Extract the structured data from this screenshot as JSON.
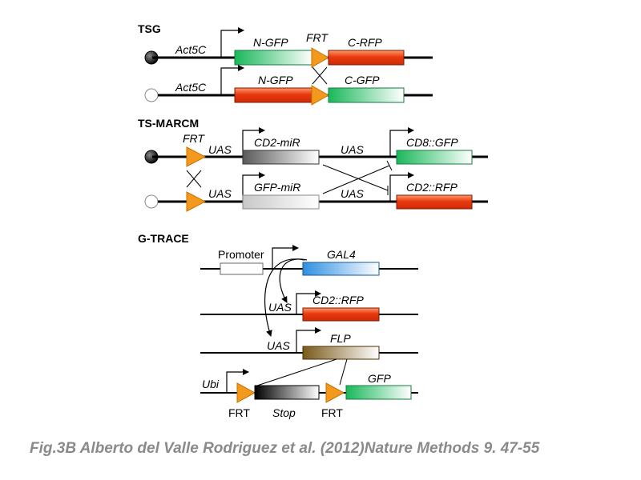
{
  "colors": {
    "green": "#19b85a",
    "red": "#e83a0f",
    "gray": "#5a5a5a",
    "lightgray": "#c8c8c8",
    "blue": "#2f8fe0",
    "brown": "#7a5a1c",
    "black": "#000000",
    "frt": "#f39a1e",
    "caption": "#8a8a8a"
  },
  "sections": {
    "tsg": "TSG",
    "tsmarcm": "TS-MARCM",
    "gtrace": "G-TRACE"
  },
  "tsg": {
    "promoter1": "Act5C",
    "promoter2": "Act5C",
    "frt": "FRT",
    "box1": "N-GFP",
    "box2": "C-RFP",
    "box3": "N-GFP",
    "box4": "C-GFP"
  },
  "tsmarcm": {
    "frt": "FRT",
    "uas1": "UAS",
    "uas2": "UAS",
    "uas3": "UAS",
    "uas4": "UAS",
    "box1": "CD2-miR",
    "box2": "CD8::GFP",
    "box3": "GFP-miR",
    "box4": "CD2::RFP"
  },
  "gtrace": {
    "promoter": "Promoter",
    "gal4": "GAL4",
    "uas1": "UAS",
    "cd2rfp": "CD2::RFP",
    "uas2": "UAS",
    "flp": "FLP",
    "ubi": "Ubi",
    "gfp": "GFP",
    "frt1": "FRT",
    "stop": "Stop",
    "frt2": "FRT"
  },
  "caption": "Fig.3B Alberto del Valle Rodriguez et al. (2012)Nature Methods 9. 47-55"
}
